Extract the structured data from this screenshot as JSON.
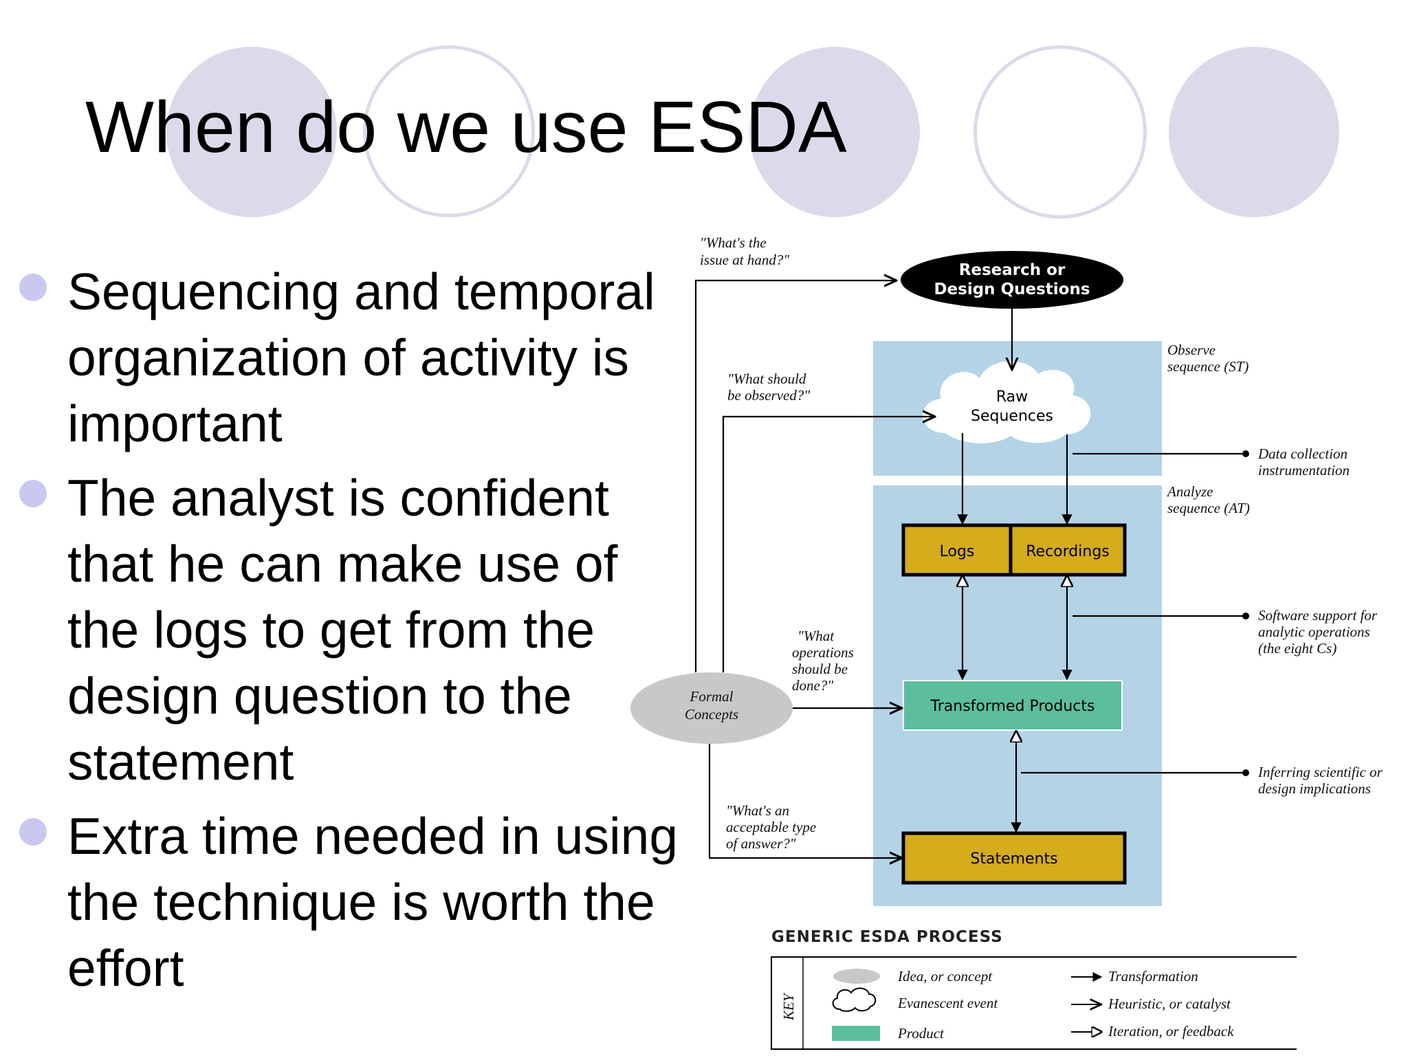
{
  "slide": {
    "title": "When do we use ESDA",
    "bullets": [
      "Sequencing and temporal organization of activity is important",
      "The analyst is confident that he can make use of the logs to get from the design question to the statement",
      "Extra time needed in using the technique is worth the effort"
    ]
  },
  "diagram": {
    "caption": "GENERIC ESDA PROCESS",
    "nodes": {
      "research_line1": "Research or",
      "research_line2": "Design Questions",
      "raw_line1": "Raw",
      "raw_line2": "Sequences",
      "logs": "Logs",
      "recordings": "Recordings",
      "transformed": "Transformed Products",
      "statements": "Statements",
      "formal_line1": "Formal",
      "formal_line2": "Concepts"
    },
    "questions": {
      "q1_line1": "\"What's the",
      "q1_line2": "issue at hand?\"",
      "q2_line1": "\"What should",
      "q2_line2": "be observed?\"",
      "q3_line1": "\"What",
      "q3_line2": "operations",
      "q3_line3": "should be",
      "q3_line4": "done?\"",
      "q4_line1": "\"What's an",
      "q4_line2": "acceptable type",
      "q4_line3": "of answer?\""
    },
    "side_labels": {
      "observe_line1": "Observe",
      "observe_line2": "sequence (ST)",
      "analyze_line1": "Analyze",
      "analyze_line2": "sequence (AT)",
      "data_line1": "Data collection",
      "data_line2": "instrumentation",
      "software_line1": "Software support for",
      "software_line2": "analytic operations",
      "software_line3": "(the eight Cs)",
      "infer_line1": "Inferring scientific or",
      "infer_line2": "design implications"
    },
    "key": {
      "label": "KEY",
      "idea": "Idea, or concept",
      "evanescent": "Evanescent event",
      "product": "Product",
      "transformation": "Transformation",
      "heuristic": "Heuristic, or catalyst",
      "iteration": "Iteration, or feedback"
    },
    "colors": {
      "panel": "#b5d3e7",
      "box_fill": "#d4ac1c",
      "product_fill": "#5cbe9e",
      "concept_fill": "#c8c8c8",
      "circle_fill": "#dcdaea",
      "bullet": "#c9c8ef"
    }
  }
}
